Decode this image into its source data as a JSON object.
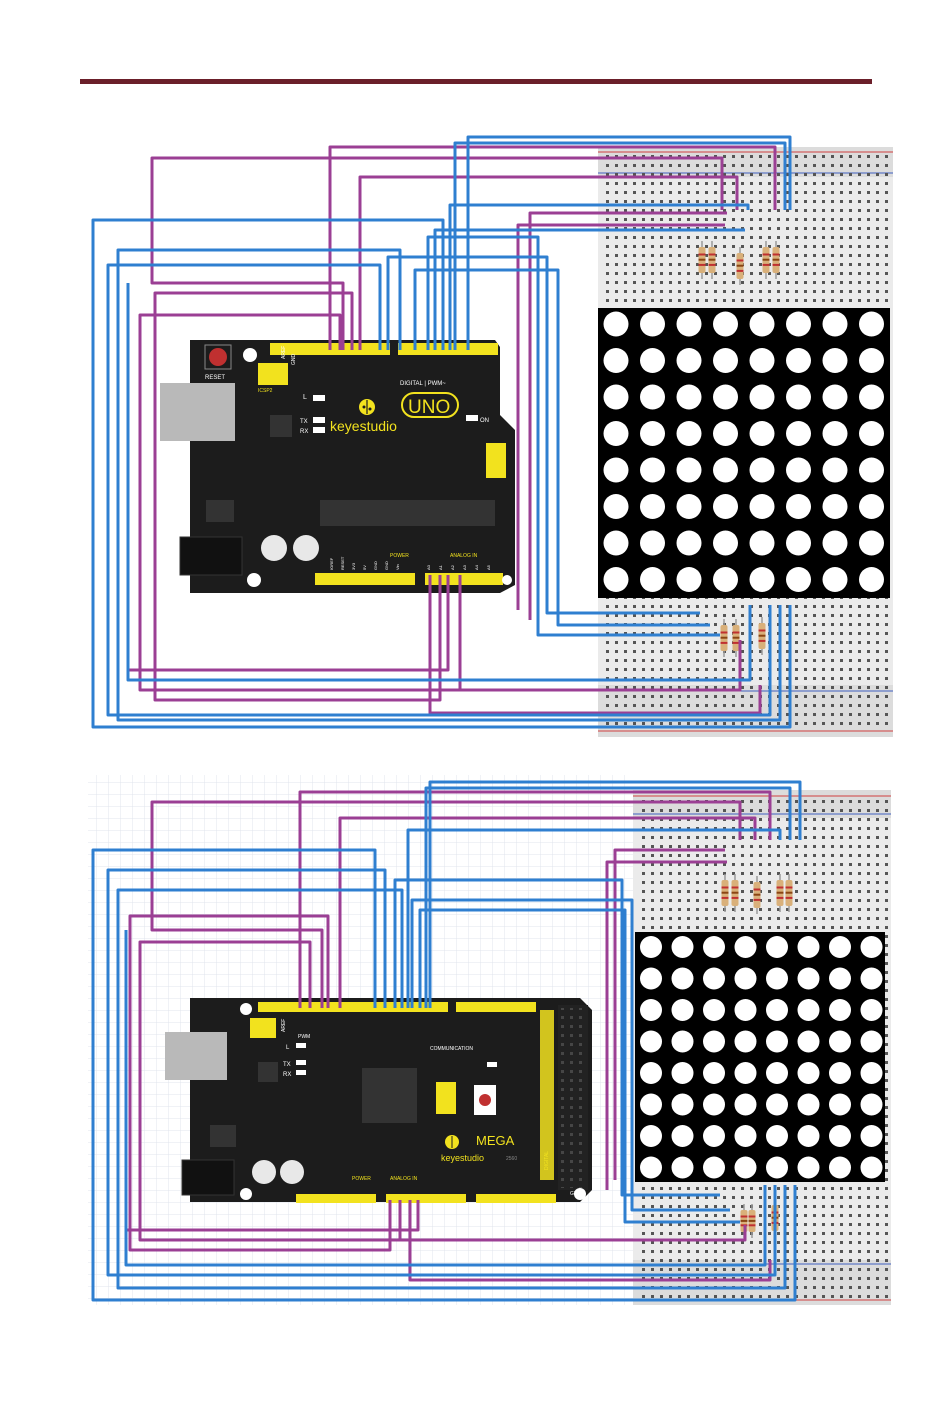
{
  "uno": {
    "reset_label": "RESET",
    "icsp_label": "ICSP2",
    "aref_label": "AREF",
    "gnd_label": "GND",
    "digital_label": "DIGITAL | PWM~",
    "l_label": "L",
    "tx_label": "TX",
    "rx_label": "RX",
    "brand": "keyestudio",
    "model": "UNO",
    "on_label": "ON",
    "power_label": "POWER",
    "analog_label": "ANALOG IN",
    "analog_pins": [
      "A0",
      "A1",
      "A2",
      "A3",
      "A4",
      "A5"
    ],
    "power_pins": [
      "IOREF",
      "RESET",
      "3V3",
      "5V",
      "GND",
      "GND",
      "Vin"
    ]
  },
  "mega": {
    "aref_label": "AREF",
    "pwm_label": "PWM",
    "l_label": "L",
    "tx_label": "TX",
    "rx_label": "RX",
    "communication_label": "COMMUNICATION",
    "brand": "keyestudio",
    "model": "MEGA",
    "model_suffix": "2560",
    "power_label": "POWER",
    "analog_label": "ANALOG IN",
    "digital_label": "DIGITAL",
    "gnd_label": "GND"
  },
  "colors": {
    "rule": "#6b1f2a",
    "wire_purple": "#9b3f94",
    "wire_blue": "#2f7fd0",
    "board": "#1c1c1c",
    "header": "#f2e21e",
    "matrix": "#000000",
    "led": "#ffffff",
    "breadboard": "#ebebeb"
  },
  "icons": [
    "ladybug-logo-icon",
    "reset-button-icon",
    "usb-port-icon",
    "dc-jack-icon",
    "resistor-icon"
  ]
}
